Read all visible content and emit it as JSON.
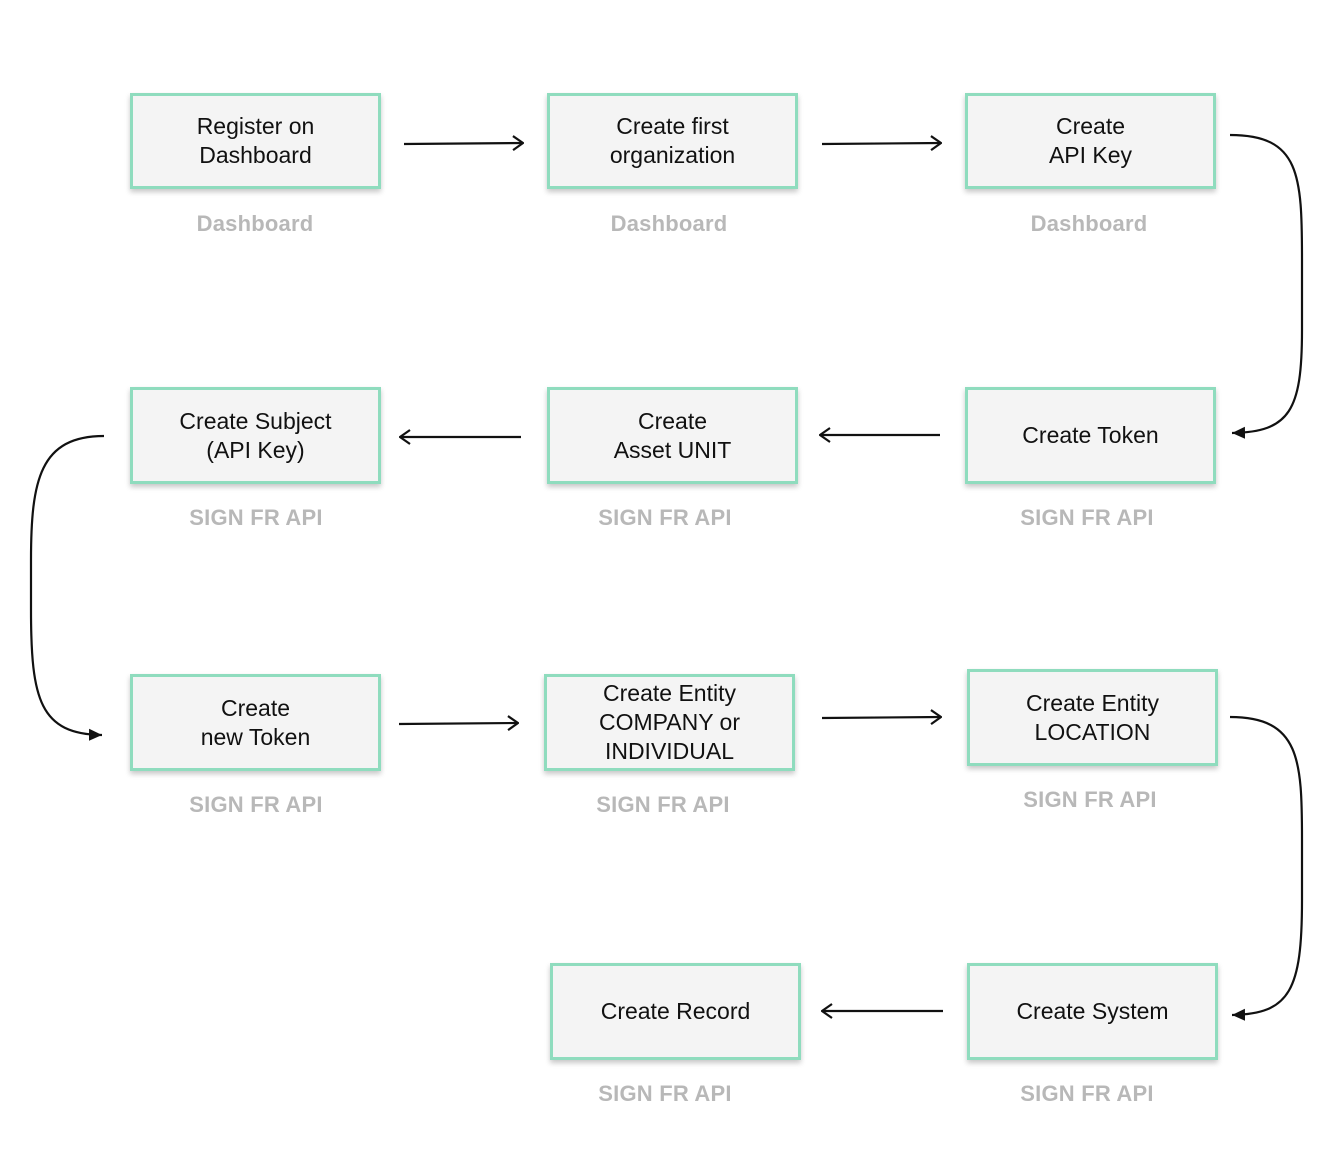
{
  "steps": [
    {
      "id": "register",
      "label": "Register on\nDashboard",
      "source": "Dashboard"
    },
    {
      "id": "create-organization",
      "label": "Create first\norganization",
      "source": "Dashboard"
    },
    {
      "id": "create-api-key",
      "label": "Create\nAPI Key",
      "source": "Dashboard"
    },
    {
      "id": "create-token",
      "label": "Create Token",
      "source": "SIGN FR API"
    },
    {
      "id": "create-asset-unit",
      "label": "Create\nAsset UNIT",
      "source": "SIGN FR API"
    },
    {
      "id": "create-subject",
      "label": "Create Subject\n(API Key)",
      "source": "SIGN FR API"
    },
    {
      "id": "create-new-token",
      "label": "Create\nnew Token",
      "source": "SIGN FR API"
    },
    {
      "id": "create-entity-company",
      "label": "Create Entity\nCOMPANY or\nINDIVIDUAL",
      "source": "SIGN FR API"
    },
    {
      "id": "create-entity-location",
      "label": "Create Entity\nLOCATION",
      "source": "SIGN FR API"
    },
    {
      "id": "create-system",
      "label": "Create System",
      "source": "SIGN FR API"
    },
    {
      "id": "create-record",
      "label": "Create Record",
      "source": "SIGN FR API"
    }
  ],
  "colors": {
    "box_border": "#8fdcbe",
    "box_fill": "#f4f4f4",
    "caption": "#b8b8b8",
    "arrow": "#111111"
  }
}
